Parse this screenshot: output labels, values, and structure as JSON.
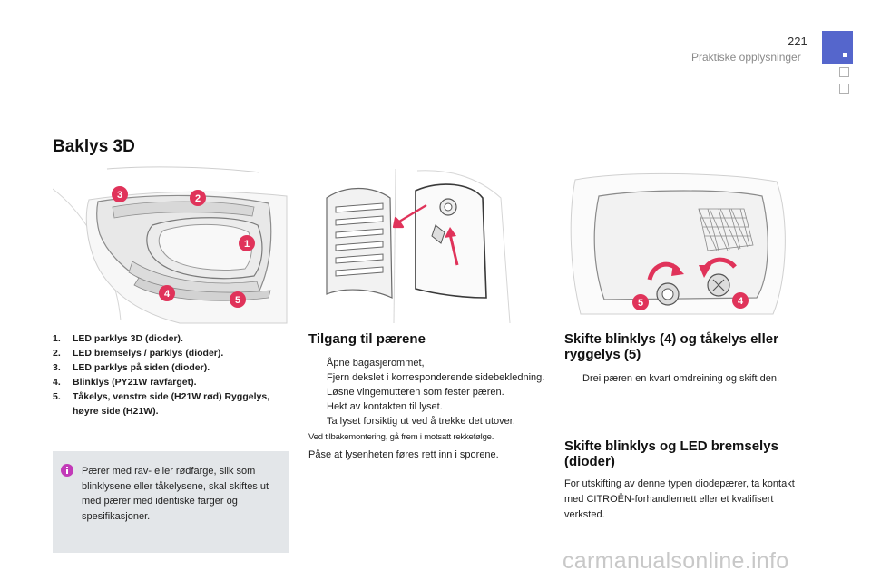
{
  "header": {
    "page_number": "221",
    "section": "Praktiske opplysninger"
  },
  "title": "Baklys 3D",
  "figure1": {
    "callouts": [
      "3",
      "2",
      "1",
      "4",
      "5"
    ]
  },
  "figure3": {
    "callouts": [
      "5",
      "4"
    ]
  },
  "legend": [
    {
      "num": "1.",
      "text": "LED parklys 3D (dioder)."
    },
    {
      "num": "2.",
      "text": "LED bremselys / parklys (dioder)."
    },
    {
      "num": "3.",
      "text": "LED parklys på siden (dioder)."
    },
    {
      "num": "4.",
      "text": "Blinklys (PY21W ravfarget)."
    },
    {
      "num": "5.",
      "text": "Tåkelys, venstre side (H21W rød) Ryggelys, høyre side (H21W)."
    }
  ],
  "note": {
    "text": "Pærer med rav- eller rødfarge, slik som blinklysene eller tåkelysene, skal skiftes ut med pærer med identiske farger og spesifikasjoner."
  },
  "access": {
    "heading": "Tilgang til pærene",
    "bullet_symbol": "",
    "steps": [
      "Åpne bagasjerommet,",
      "Fjern dekslet i korresponderende sidebekledning.",
      "Løsne vingemutteren som fester pæren.",
      "Hekt av kontakten til lyset.",
      "Ta lyset forsiktig ut ved å trekke det utover."
    ],
    "reassembly": "Ved tilbakemontering, gå frem i motsatt rekkefølge.",
    "final": "Påse at lysenheten føres rett inn i sporene."
  },
  "replace_indicator": {
    "heading": "Skifte blinklys (4) og tåkelys eller ryggelys (5)",
    "steps": [
      "Drei pæren en kvart omdreining og skift den."
    ]
  },
  "replace_led": {
    "heading": "Skifte blinklys og LED bremselys (dioder)",
    "text": "For utskifting av denne typen diodepærer, ta kontakt med CITROËN-forhandlernett eller et kvalifisert verksted."
  },
  "watermark": "carmanualsonline.info",
  "colors": {
    "callout": "#e0335a",
    "tab": "#5566cc",
    "note_bg": "#e3e6e9",
    "info_icon": "#c23ab8"
  }
}
